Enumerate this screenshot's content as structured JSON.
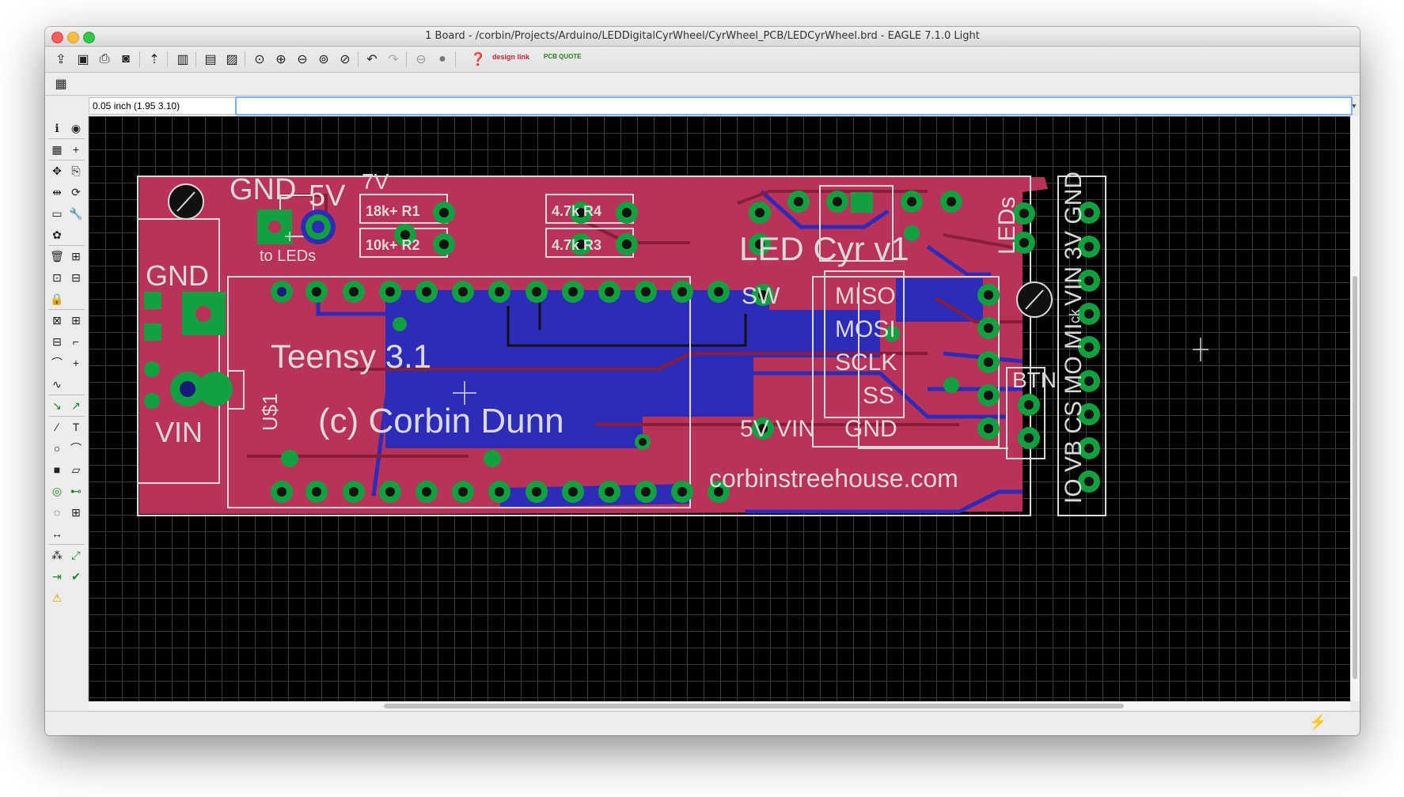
{
  "window": {
    "title": "1 Board - /corbin/Projects/Arduino/LEDDigitalCyrWheel/CyrWheel_PCB/LEDCyrWheel.brd - EAGLE 7.1.0 Light"
  },
  "toolbar": {
    "icons": [
      "open-icon",
      "save-icon",
      "print-icon",
      "cam-icon",
      "export-icon",
      "library-icon",
      "schematic-icon",
      "board-icon",
      "zoom-fit-icon",
      "zoom-in-icon",
      "zoom-out-icon",
      "zoom-redraw-icon",
      "zoom-select-icon",
      "undo-icon",
      "redo-icon",
      "stop-icon",
      "go-icon",
      "help-icon"
    ],
    "design_link_label": "design link",
    "pcb_quote_label": "PCB QUOTE"
  },
  "command": {
    "coordinate_readout": "0.05 inch (1.95 3.10)",
    "input_value": "",
    "input_placeholder": ""
  },
  "board": {
    "silk": {
      "gnd_top": "GND",
      "v5": "5V",
      "v7": "7V",
      "to_leds": "to LEDs",
      "r1": "18k+ R1",
      "r2": "10k+ R2",
      "r4": "4.7k R4",
      "r3": "4.7k R3",
      "gnd_left": "GND",
      "vin_left": "VIN",
      "teensy": "Teensy 3.1",
      "u1": "U$1",
      "copyright": "(c) Corbin Dunn",
      "led_cyr": "LED Cyr v1",
      "leds": "LEDs",
      "sw": "SW",
      "miso": "MISO",
      "mosi": "MOSI",
      "sclk": "SCLK",
      "ss": "SS",
      "v5vin": "5V VIN",
      "gnd_right": "GND",
      "btn": "BTN",
      "website": "corbinstreehouse.com",
      "header_labels": "IO VB CS MO MI",
      "header_ck": "ck",
      "header_top": "VIN 3V GND"
    },
    "colors": {
      "top_copper": "#b8325a",
      "bottom_copper": "#2d2bb8",
      "pad": "#10a040",
      "silkscreen": "#d9d9d9",
      "background": "#000000",
      "grid": "#3a3a3a"
    }
  },
  "status": {
    "indicator": "bolt-icon"
  }
}
